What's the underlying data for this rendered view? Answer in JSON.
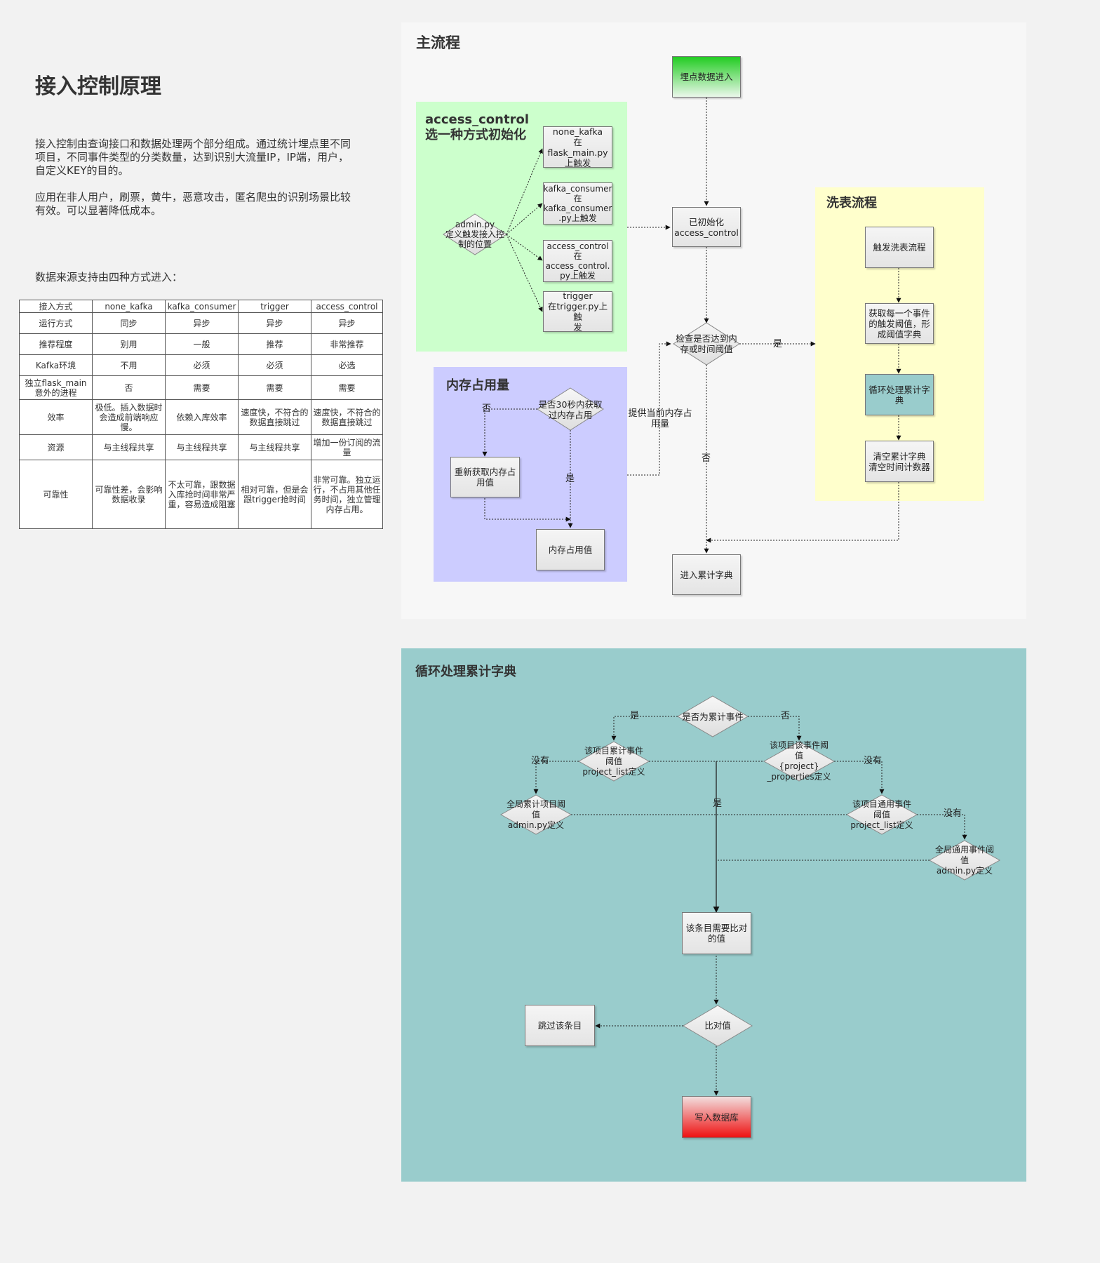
{
  "page": {
    "title": "接入控制原理",
    "intro1": "接入控制由查询接口和数据处理两个部分组成。通过统计埋点里不同项目，不同事件类型的分类数量，达到识别大流量IP，IP端，用户，自定义KEY的目的。",
    "intro2": "应用在非人用户，刷票，黄牛，恶意攻击，匿名爬虫的识别场景比较有效。可以显著降低成本。",
    "sources_label": "数据来源支持由四种方式进入："
  },
  "table": {
    "header": [
      "接入方式",
      "none_kafka",
      "kafka_consumer",
      "trigger",
      "access_control"
    ],
    "rows": [
      [
        "运行方式",
        "同步",
        "异步",
        "异步",
        "异步"
      ],
      [
        "推荐程度",
        "别用",
        "一般",
        "推荐",
        "非常推荐"
      ],
      [
        "Kafka环境",
        "不用",
        "必须",
        "必须",
        "必选"
      ],
      [
        "独立flask_main意外的进程",
        "否",
        "需要",
        "需要",
        "需要"
      ],
      [
        "效率",
        "极低。插入数据时会造成前端响应慢。",
        "依赖入库效率",
        "速度快，不符合的数据直接跳过",
        "速度快，不符合的数据直接跳过"
      ],
      [
        "资源",
        "与主线程共享",
        "与主线程共享",
        "与主线程共享",
        "增加一份订阅的流量"
      ],
      [
        "可靠性",
        "可靠性差，会影响数据收录",
        "不太可靠，跟数据入库抢时间非常严重，容易造成阻塞",
        "相对可靠，但是会跟trigger抢时间",
        "非常可靠。独立运行，不占用其他任务时间，独立管理内存占用。"
      ]
    ]
  },
  "main_flow": {
    "title": "主流程",
    "access_group_title": "access_control\n选一种方式初始化",
    "memory_group_title": "内存占用量",
    "wash_group_title": "洗表流程",
    "nodes": {
      "start": "埋点数据进入",
      "admin_diamond": "admin.py\n定义触发接入控\n制的位置",
      "opt_none_kafka": "none_kafka\n在flask_main.py\n上触发",
      "opt_kafka_consumer": "kafka_consumer\n在\nkafka_consumer\n.py上触发",
      "opt_access_control": "access_control\n在\naccess_control.\npy上触发",
      "opt_trigger": "trigger\n在trigger.py上触\n发",
      "initialized": "已初始化\naccess_control",
      "check_threshold": "检查是否达到内\n存或时间阈值",
      "enter_dict": "进入累计字典",
      "mem_check": "是否30秒内获取\n过内存占用",
      "mem_refetch": "重新获取内存占\n用值",
      "mem_value": "内存占用值",
      "wash_trigger": "触发洗表流程",
      "wash_get": "获取每一个事件\n的触发阈值，形\n成阈值字典",
      "wash_loop": "循环处理累计字\n典",
      "wash_clear": "清空累计字典\n清空时间计数器"
    },
    "edges": {
      "yes1": "是",
      "no1": "否",
      "mem_no": "否",
      "mem_yes": "是",
      "provide_mem": "提供当前内存占\n用量"
    }
  },
  "loop_flow": {
    "title": "循环处理累计字典",
    "nodes": {
      "is_cumulative": "是否为累计事件",
      "proj_cum": "该项目累计事件\n阈值\nproject_list定义",
      "proj_evt": "该项目该事件阈\n值\n{project}\n_properties定义",
      "global_cum": "全局累计项目阈\n值\nadmin.py定义",
      "proj_general": "该项目通用事件\n阈值\nproject_list定义",
      "global_general": "全局通用事件阈\n值\nadmin.py定义",
      "compare_value": "该条目需要比对\n的值",
      "compare": "比对值",
      "skip": "跳过该条目",
      "write_db": "写入数据库"
    },
    "edges": {
      "yes_left": "是",
      "no_right": "否",
      "none1": "没有",
      "none2": "没有",
      "none3": "没有",
      "yes_mid": "是"
    }
  },
  "colors": {
    "access_group": "#ccffcc",
    "memory_group": "#ccccff",
    "wash_group": "#ffffcc",
    "main_panel": "#f7f7f7",
    "loop_panel": "#99cccc",
    "start_node": "#33cc33",
    "loop_node": "#99cccc",
    "write_node": "#ee2222"
  }
}
